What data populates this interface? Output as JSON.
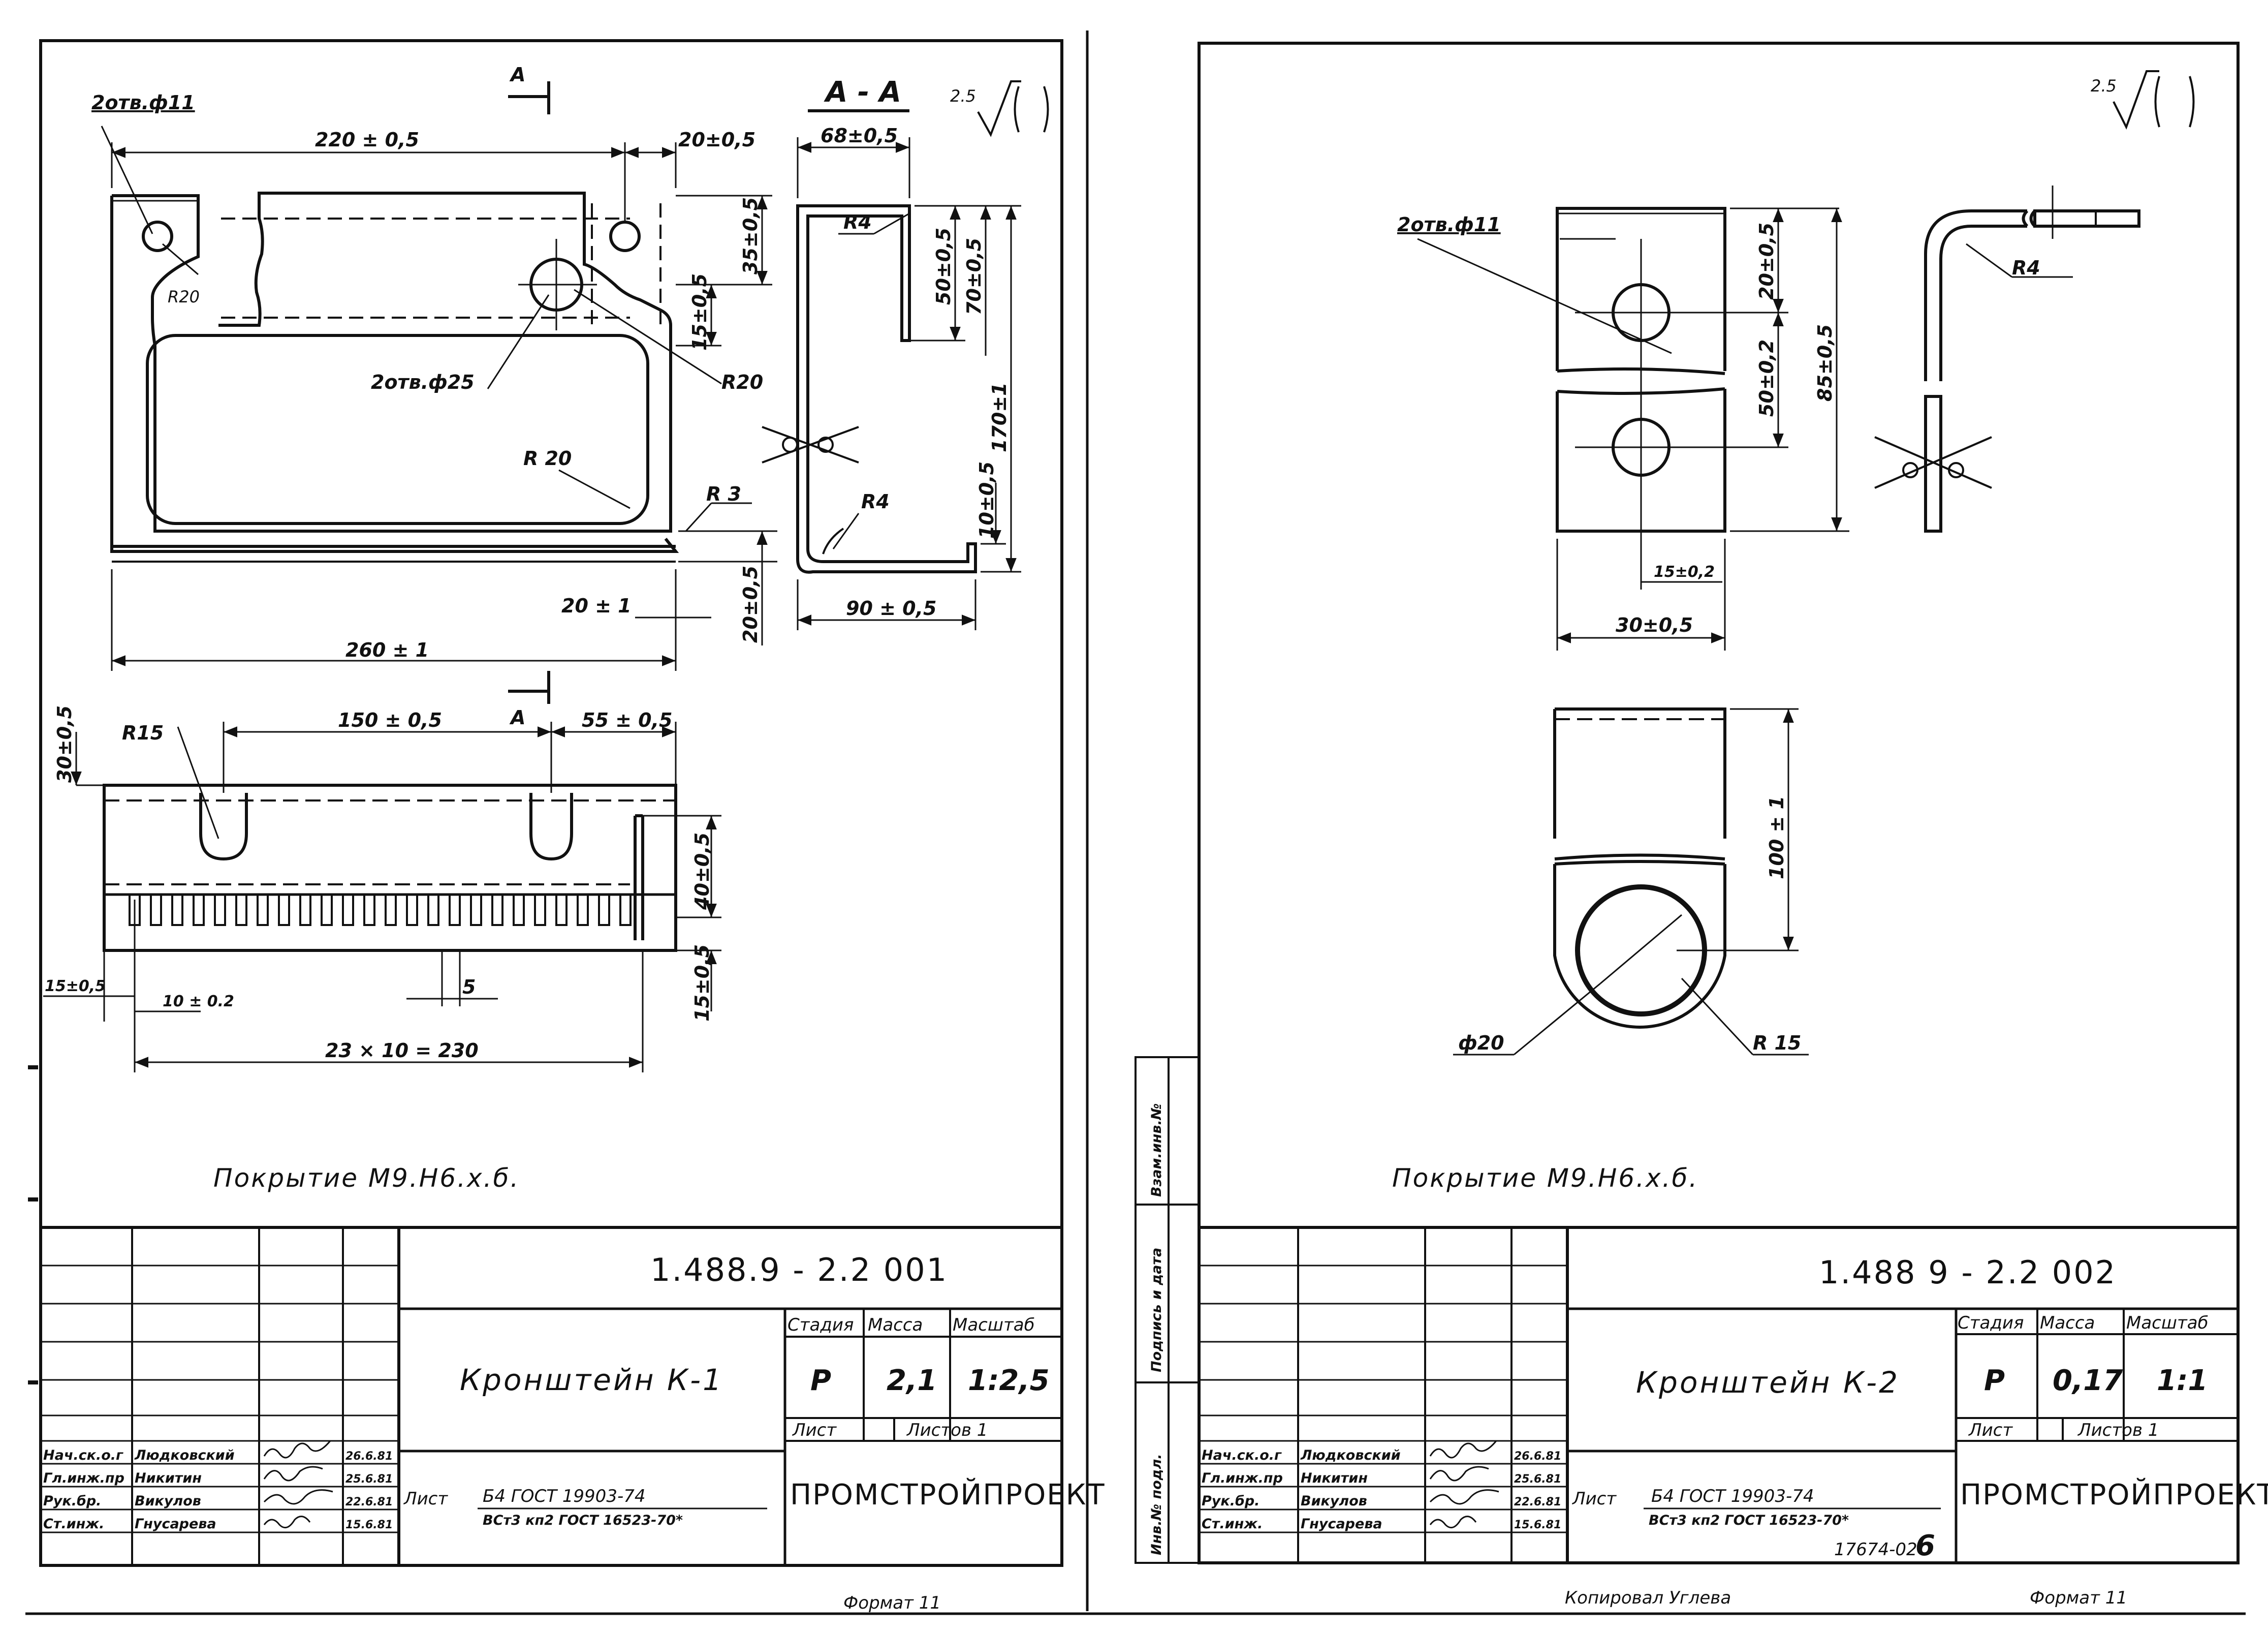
{
  "sheets": [
    {
      "drawing_code": "1.488.9 - 2.2 001",
      "part_name": "Кронштейн К-1",
      "coating_note": "Покрытие М9.Н6.х.б.",
      "surface_mark": "2.5",
      "stage_label": "Стадия",
      "mass_label": "Масса",
      "scale_label": "Масштаб",
      "stage": "Р",
      "mass": "2,1",
      "scale": "1:2,5",
      "sheet_label": "Лист",
      "sheets_label": "Листов 1",
      "material_prefix": "Лист",
      "material_line1": "Б4 ГОСТ 19903-74",
      "material_line2": "ВСт3 кп2 ГОСТ 16523-70*",
      "organization": "ПРОМСТРОЙПРОЕКТ",
      "signatures": [
        {
          "role": "Нач.ск.о.г",
          "name": "Людковский",
          "date": "26.6.81"
        },
        {
          "role": "Гл.инж.пр",
          "name": "Никитин",
          "date": "25.6.81"
        },
        {
          "role": "Рук.бр.",
          "name": "Викулов",
          "date": "22.6.81"
        },
        {
          "role": "Ст.инж.",
          "name": "Гнусарева",
          "date": "15.6.81"
        }
      ],
      "format": "Формат 11",
      "labels": {
        "holes_11": "2отв.ф11",
        "holes_25": "2отв.ф25",
        "section_mark": "А",
        "section_title": "А - А",
        "d220": "220 ± 0,5",
        "d20a": "20±0,5",
        "d35": "35±0,5",
        "d15a": "15±0,5",
        "r20a": "R20",
        "r20b": "R20",
        "r20c": "R 20",
        "r3": "R 3",
        "d20b": "20 ± 1",
        "d260": "260 ± 1",
        "d20c": "20±0,5",
        "d68": "68±0,5",
        "r4a": "R4",
        "r4b": "R4",
        "d50": "50±0,5",
        "d70": "70±0,5",
        "d170": "170±1",
        "d10": "10±0,5",
        "d90": "90 ± 0,5",
        "r15": "R15",
        "d150": "150 ± 0,5",
        "d55": "55 ± 0,5",
        "d30": "30±0,5",
        "d40": "40±0,5",
        "d15b": "15±0,5",
        "d15c": "15±0,5",
        "d10b": "10 ± 0.2",
        "d5": "5",
        "d23": "23 × 10 = 230"
      }
    },
    {
      "drawing_code": "1.488 9 - 2.2 002",
      "part_name": "Кронштейн К-2",
      "coating_note": "Покрытие М9.Н6.х.б.",
      "surface_mark": "2.5",
      "stage_label": "Стадия",
      "mass_label": "Масса",
      "scale_label": "Масштаб",
      "stage": "Р",
      "mass": "0,17",
      "scale": "1:1",
      "sheet_label": "Лист",
      "sheets_label": "Листов 1",
      "material_prefix": "Лист",
      "material_line1": "Б4 ГОСТ 19903-74",
      "material_line2": "ВСт3 кп2 ГОСТ 16523-70*",
      "organization": "ПРОМСТРОЙПРОЕКТ",
      "signatures": [
        {
          "role": "Нач.ск.о.г",
          "name": "Людковский",
          "date": "26.6.81"
        },
        {
          "role": "Гл.инж.пр",
          "name": "Никитин",
          "date": "25.6.81"
        },
        {
          "role": "Рук.бр.",
          "name": "Викулов",
          "date": "22.6.81"
        },
        {
          "role": "Ст.инж.",
          "name": "Гнусарева",
          "date": "15.6.81"
        }
      ],
      "copied_by": "Копировал Углева",
      "format": "Формат 11",
      "archive_number": "17674-02",
      "page_number": "6",
      "side_stamp": [
        "Инв.№ подл.",
        "Подпись и дата",
        "Взам.инв.№"
      ],
      "labels": {
        "holes_11": "2отв.ф11",
        "d20": "20±0,5",
        "d50": "50±0,2",
        "d85": "85±0,5",
        "r4": "R4",
        "d15": "15±0,2",
        "d30": "30±0,5",
        "d100": "100 ± 1",
        "d20dia": "ф20",
        "r15": "R 15"
      }
    }
  ]
}
